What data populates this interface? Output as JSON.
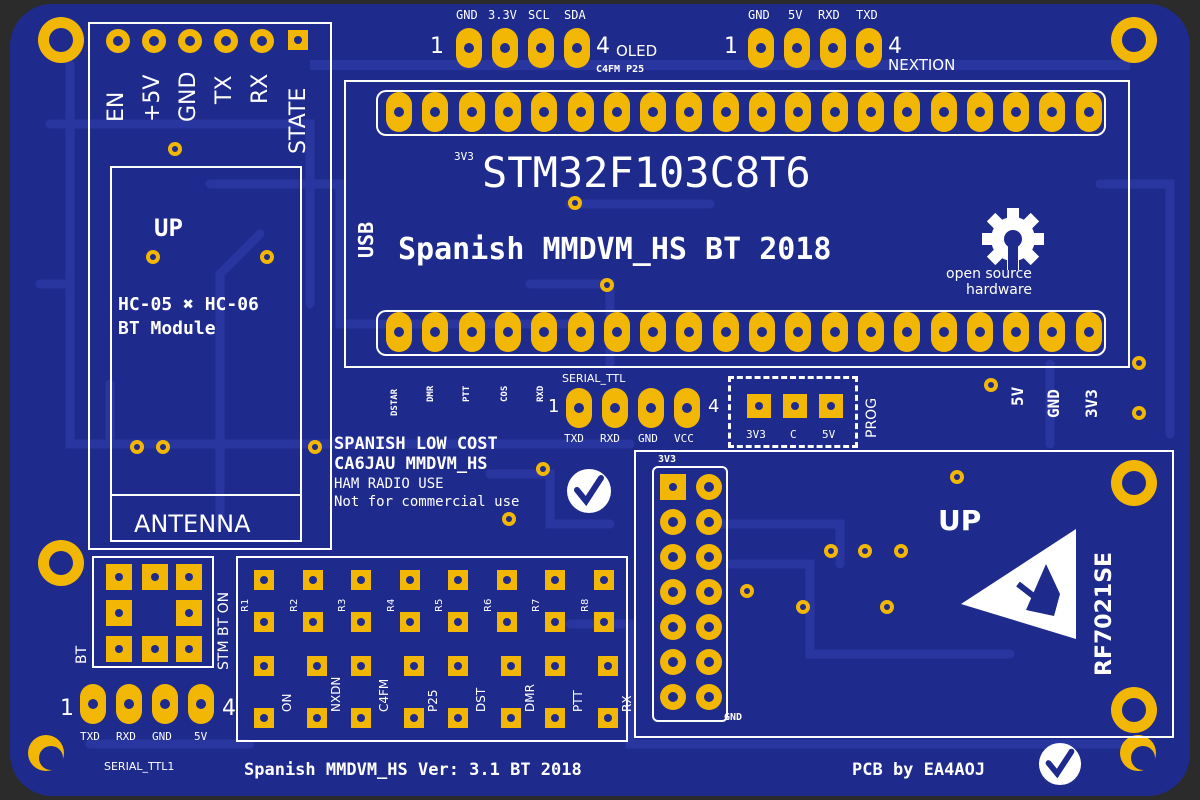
{
  "colors": {
    "board": "#1e2a8c",
    "trace": "#2a36a0",
    "pad": "#f2b705",
    "silk": "#ffffff",
    "background": "#2b2b2b"
  },
  "icons": {
    "oshw": "gear-icon",
    "logo": "checkmark-logo-icon",
    "esd": "esd-warning-icon",
    "mount": "mounting-hole-icon"
  },
  "bt_module": {
    "pins": [
      "EN",
      "+5V",
      "GND",
      "TX",
      "RX",
      "STATE"
    ],
    "up": "UP",
    "title": "HC-05 ✖ HC-06",
    "subtitle": "BT Module",
    "antenna": "ANTENNA"
  },
  "oled": {
    "pins": [
      "GND",
      "3.3V",
      "SCL",
      "SDA"
    ],
    "first": "1",
    "last": "4",
    "label": "OLED",
    "mode": "C4FM P25"
  },
  "nextion": {
    "pins": [
      "GND",
      "5V",
      "RXD",
      "TXD"
    ],
    "first": "1",
    "last": "4",
    "label": "NEXTION"
  },
  "mcu": {
    "power": "3V3",
    "name": "STM32F103C8T6",
    "usb": "USB",
    "project": "Spanish MMDVM_HS BT 2018",
    "oshw_line1": "open source",
    "oshw_line2": "hardware"
  },
  "mcu_bottom_labels": [
    "DSTAR",
    "DMR",
    "PTT",
    "COS",
    "RXD"
  ],
  "power_labels": [
    "5V",
    "GND",
    "3V3"
  ],
  "serial_ttl": {
    "label": "SERIAL_TTL",
    "pins": [
      "TXD",
      "RXD",
      "GND",
      "VCC"
    ],
    "first": "1",
    "last": "4"
  },
  "prog": {
    "label": "PROG",
    "pins": [
      "3V3",
      "C",
      "5V"
    ]
  },
  "notice": {
    "line1": "SPANISH LOW COST",
    "line2": "CA6JAU MMDVM_HS",
    "line3": "HAM RADIO USE",
    "line4": "Not for commercial use"
  },
  "radio": {
    "power": "3V3",
    "gnd": "GND",
    "up": "UP",
    "name": "RF7021SE"
  },
  "switches": {
    "bt": "BT",
    "stm_bt_on": "STM BT ON"
  },
  "resistors": [
    "R1",
    "R2",
    "R3",
    "R4",
    "R5",
    "R6",
    "R7",
    "R8"
  ],
  "leds": [
    "ON",
    "NXDN",
    "C4FM",
    "P25",
    "DST",
    "DMR",
    "PTT",
    "RX"
  ],
  "serial_ttl1": {
    "pins": [
      "TXD",
      "RXD",
      "GND",
      "5V"
    ],
    "first": "1",
    "last": "4",
    "label": "SERIAL_TTL1"
  },
  "footer": {
    "version": "Spanish MMDVM_HS Ver: 3.1 BT 2018",
    "credit": "PCB by EA4AOJ"
  }
}
